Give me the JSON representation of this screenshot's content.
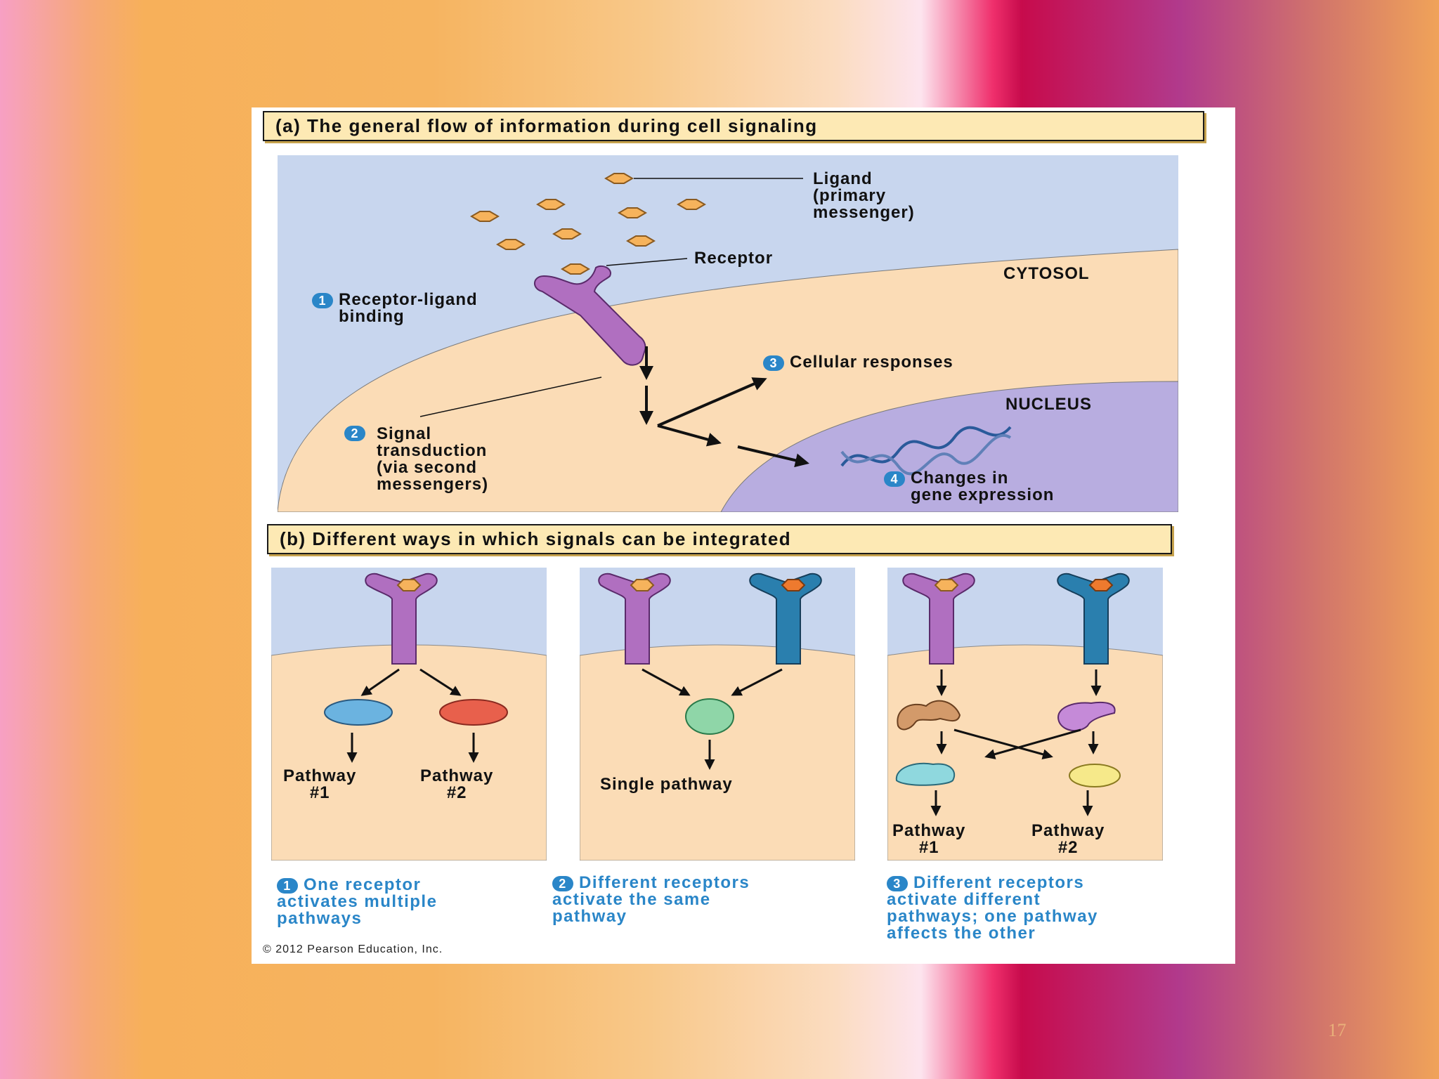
{
  "panel_a": {
    "title": "(a) The general flow of information during cell signaling",
    "ligand_label": [
      "Ligand",
      "(primary",
      "messenger)"
    ],
    "receptor_label": "Receptor",
    "cytosol_label": "CYTOSOL",
    "nucleus_label": "NUCLEUS",
    "steps": [
      {
        "number": "1",
        "lines": [
          "Receptor-ligand",
          "binding"
        ]
      },
      {
        "number": "2",
        "lines": [
          "Signal",
          "transduction",
          "(via second",
          "messengers)"
        ]
      },
      {
        "number": "3",
        "lines": [
          "Cellular responses"
        ]
      },
      {
        "number": "4",
        "lines": [
          "Changes in",
          "gene expression"
        ]
      }
    ]
  },
  "panel_b": {
    "title": "(b) Different ways in which signals can be integrated",
    "sub1": {
      "pathway1": [
        "Pathway",
        "#1"
      ],
      "pathway2": [
        "Pathway",
        "#2"
      ]
    },
    "sub2": {
      "single": "Single pathway"
    },
    "sub3": {
      "pathway1": [
        "Pathway",
        "#1"
      ],
      "pathway2": [
        "Pathway",
        "#2"
      ]
    },
    "captions": [
      {
        "number": "1",
        "lines": [
          "One receptor",
          "activates multiple",
          "pathways"
        ]
      },
      {
        "number": "2",
        "lines": [
          "Different receptors",
          "activate the same",
          "pathway"
        ]
      },
      {
        "number": "3",
        "lines": [
          "Different receptors",
          "activate different",
          "pathways; one pathway",
          "affects the other"
        ]
      }
    ]
  },
  "copyright": "© 2012 Pearson Education, Inc.",
  "slide_number": "17",
  "colors": {
    "extracellular": "#c8d6ee",
    "cytosol": "#fbdcb6",
    "nucleus": "#b8ade0",
    "receptor_purple": "#b06fc0",
    "receptor_blue": "#2a7fae",
    "ligand": "#f6b35c",
    "label_blue": "#2a86c8"
  }
}
